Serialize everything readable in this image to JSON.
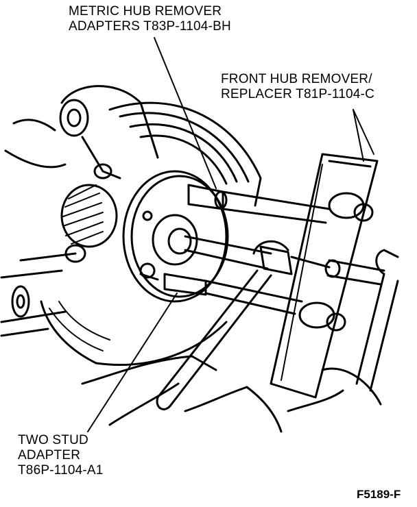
{
  "labels": {
    "metric_adapters": [
      "METRIC HUB REMOVER",
      "ADAPTERS T83P-1104-BH"
    ],
    "front_hub_tool": [
      "FRONT HUB REMOVER/",
      "REPLACER T81P-1104-C"
    ],
    "two_stud_adapter": [
      "TWO STUD",
      "ADAPTER",
      "T86P-1104-A1"
    ]
  },
  "figure_code": "F5189-F"
}
